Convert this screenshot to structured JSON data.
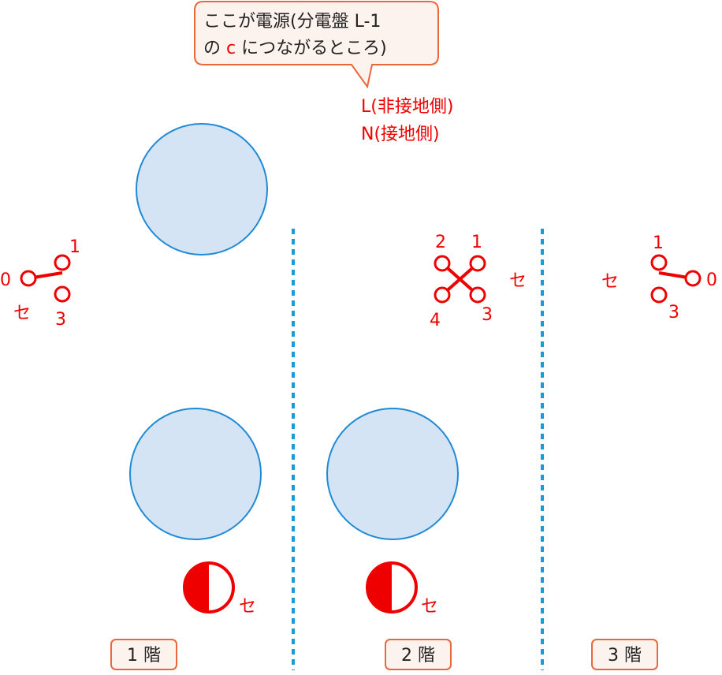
{
  "callout": {
    "line1": "ここが電源(分電盤 L-1",
    "line2_prefix": "の ",
    "line2_highlight": "c",
    "line2_suffix": " につながるところ)"
  },
  "power": {
    "l_label": "L(非接地側)",
    "n_label": "N(接地側)"
  },
  "switch_left": {
    "t1": "1",
    "t0": "0",
    "t3": "3",
    "se": "セ"
  },
  "switch_middle": {
    "t2": "2",
    "t1": "1",
    "t4": "4",
    "t3": "3",
    "se": "セ"
  },
  "switch_right": {
    "t1": "1",
    "t0": "0",
    "t3": "3",
    "se": "セ"
  },
  "outlet_1": {
    "se": "セ"
  },
  "outlet_2": {
    "se": "セ"
  },
  "floors": [
    "1 階",
    "2 階",
    "3 階"
  ],
  "colors": {
    "light_fill": "#d4e4f5",
    "light_stroke": "#1f8ad6",
    "symbol_red": "#ee0000",
    "divider": "#1a9ad6",
    "box_border": "#e8683a",
    "box_fill": "#fdf3ee"
  }
}
